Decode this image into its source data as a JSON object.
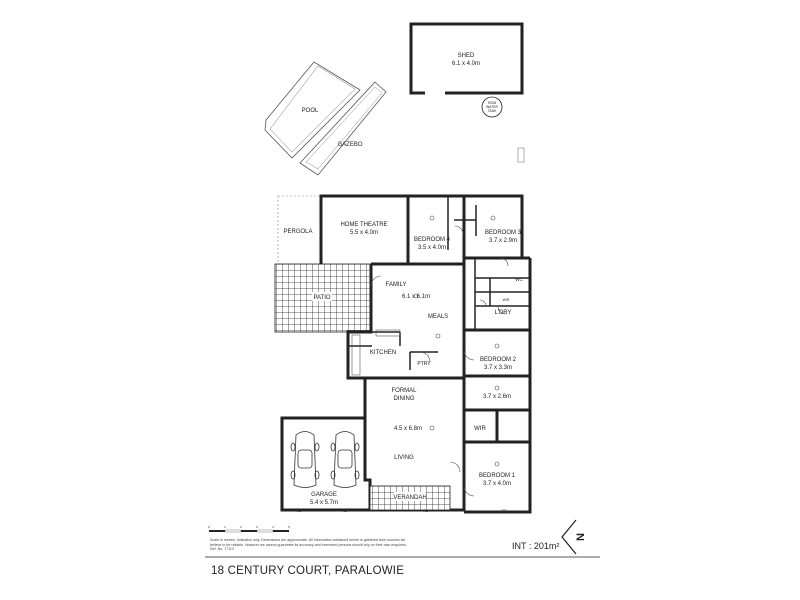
{
  "address": "18 CENTURY COURT, PARALOWIE",
  "internal_area": {
    "label": "INT :",
    "value": "201m²"
  },
  "disclaimer": [
    "Scale in metres. Indicative only. Dimensions are approximate. All information contained herein is gathered from sources we",
    "believe to be reliable. However we cannot guarantee its accuracy and interested persons should rely on their own enquiries.",
    "Ref. No. 77113"
  ],
  "scale": {
    "ticks": [
      "0",
      "1",
      "2",
      "3",
      "4",
      "5"
    ]
  },
  "compass": {
    "letter": "N"
  },
  "rooms": {
    "shed": {
      "name": "SHED",
      "size": "6.1 x 4.0m"
    },
    "rain_tank": {
      "lines": [
        "RAIN",
        "WATER",
        "TANK"
      ]
    },
    "pool": {
      "name": "POOL"
    },
    "gazebo": {
      "name": "GAZEBO"
    },
    "pergola": {
      "name": "PERGOLA"
    },
    "home_theatre": {
      "name": "HOME THEATRE",
      "size": "5.5 x 4.0m"
    },
    "bedroom4": {
      "name": "BEDROOM 4",
      "size": "3.5 x 4.0m"
    },
    "bedroom3": {
      "name": "BEDROOM 3",
      "size": "3.7 x 2.9m"
    },
    "family": {
      "name": "FAMILY",
      "size": "6.1 x 6.1m"
    },
    "meals": {
      "name": "MEALS"
    },
    "patio": {
      "name": "PATIO"
    },
    "kitchen": {
      "name": "KITCHEN"
    },
    "pantry": {
      "name": "PTRY"
    },
    "laundry": {
      "name": "L'DRY"
    },
    "wc": {
      "name": "WC"
    },
    "wir_small": {
      "name": "WIR"
    },
    "bedroom2": {
      "name": "BEDROOM 2",
      "size": "3.7 x 3.3m"
    },
    "unnamed_room": {
      "size": "3.7 x 2.6m"
    },
    "formal_dining": {
      "name": [
        "FORMAL",
        "DINING"
      ],
      "size": "4.5 x 6.8m"
    },
    "living": {
      "name": "LIVING"
    },
    "wir": {
      "name": "WIR"
    },
    "bedroom1": {
      "name": "BEDROOM 1",
      "size": "3.7 x 4.0m"
    },
    "garage": {
      "name": "GARAGE",
      "size": "5.4 x 5.7m"
    },
    "verandah": {
      "name": "VERANDAH"
    },
    "robe_labels": [
      "RD",
      "RD",
      "RD",
      "RD"
    ]
  }
}
